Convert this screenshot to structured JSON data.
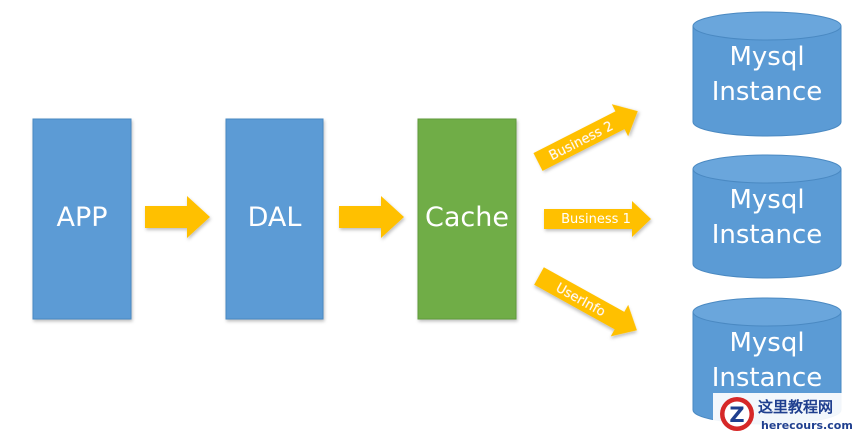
{
  "nodes": {
    "app": {
      "label": "APP"
    },
    "dal": {
      "label": "DAL"
    },
    "cache": {
      "label": "Cache"
    }
  },
  "databases": [
    {
      "line1": "Mysql",
      "line2": "Instance"
    },
    {
      "line1": "Mysql",
      "line2": "Instance"
    },
    {
      "line1": "Mysql",
      "line2": "Instance"
    }
  ],
  "edges": {
    "business2": "Business 2",
    "business1": "Business 1",
    "userinfo": "UserInfo"
  },
  "watermark": {
    "cn": "这里教程网",
    "en": "herecours.com",
    "logo_letter": "Z"
  },
  "colors": {
    "blue": "#5b9bd5",
    "green": "#70ad47",
    "arrow": "#ffc000",
    "db_top": "#6aa6dc"
  }
}
